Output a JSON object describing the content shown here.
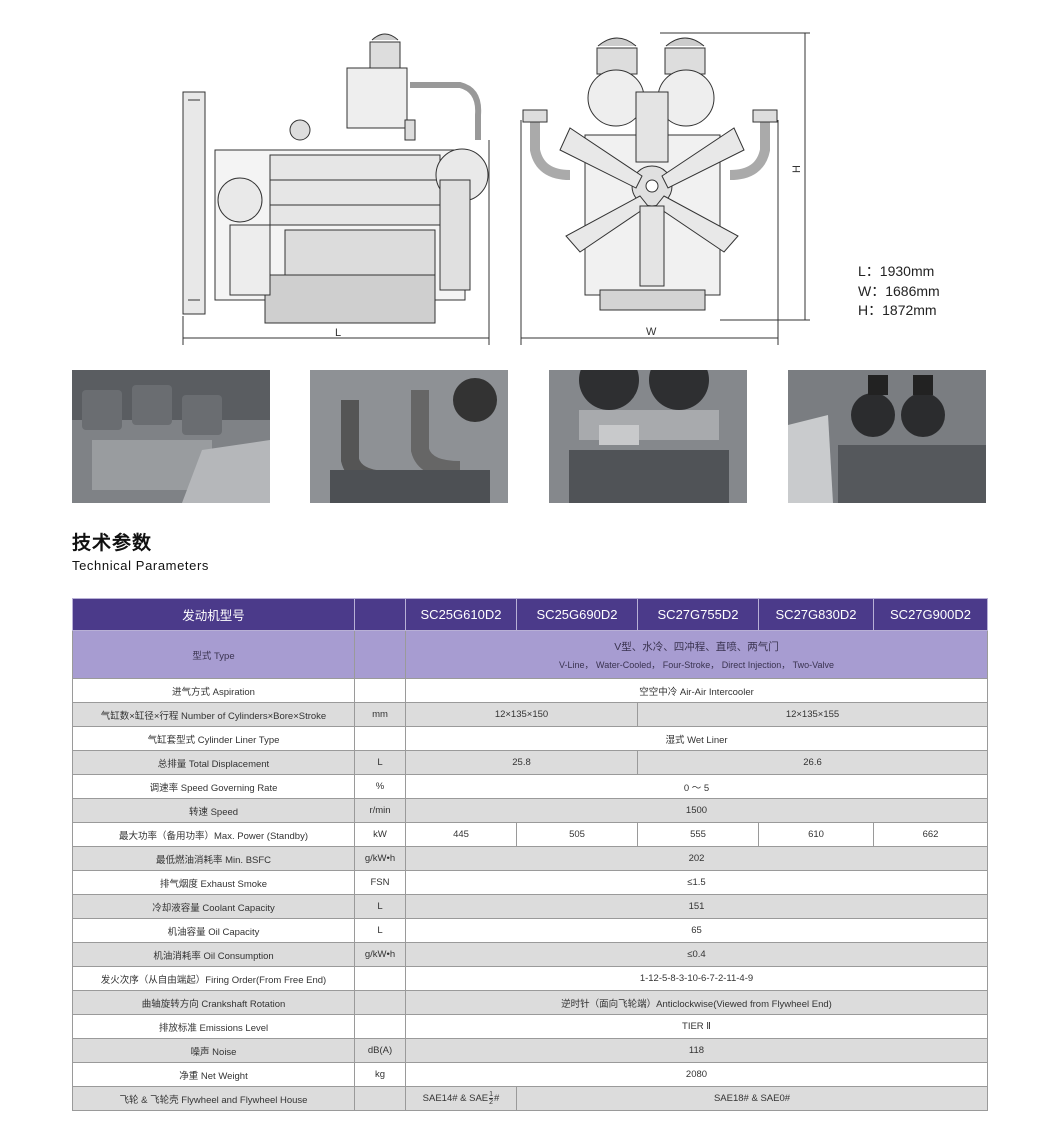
{
  "drawing": {
    "label_L": "L",
    "label_W": "W",
    "label_H": "H"
  },
  "dimensions": [
    {
      "key": "L",
      "sep": "：",
      "value": "1930mm"
    },
    {
      "key": "W",
      "sep": "：",
      "value": "1686mm"
    },
    {
      "key": "H",
      "sep": "：",
      "value": "1872mm"
    }
  ],
  "photos": [
    "engine-top-photo",
    "engine-turbo-photo",
    "engine-intake-photo",
    "engine-filter-photo"
  ],
  "heading": {
    "cn": "技术参数",
    "en": "Technical Parameters"
  },
  "table": {
    "header_label": "发动机型号",
    "models": [
      "SC25G610D2",
      "SC25G690D2",
      "SC27G755D2",
      "SC27G830D2",
      "SC27G900D2"
    ],
    "type_row": {
      "label": "型式 Type",
      "value_cn": "V型、水冷、四冲程、直喷、两气门",
      "value_en": "V-Line，  Water-Cooled，  Four-Stroke，  Direct Injection，  Two-Valve"
    },
    "rows": [
      {
        "label": "进气方式 Aspiration",
        "unit": "",
        "value": "空空中冷 Air-Air Intercooler"
      },
      {
        "label": "气缸数×缸径×行程  Number of Cylinders×Bore×Stroke",
        "unit": "mm",
        "values": [
          "12×135×150",
          "12×135×155"
        ]
      },
      {
        "label": "气缸套型式 Cylinder Liner Type",
        "unit": "",
        "value": "湿式 Wet Liner"
      },
      {
        "label": "总排量 Total Displacement",
        "unit": "L",
        "values": [
          "25.8",
          "26.6"
        ]
      },
      {
        "label": "调速率 Speed Governing Rate",
        "unit": "%",
        "value": "0 ～ 5"
      },
      {
        "label": "转速 Speed",
        "unit": "r/min",
        "value": "1500"
      },
      {
        "label": "最大功率（备用功率）Max. Power (Standby)",
        "unit": "kW",
        "values": [
          "445",
          "505",
          "555",
          "610",
          "662"
        ]
      },
      {
        "label": "最低燃油消耗率 Min. BSFC",
        "unit": "g/kW•h",
        "value": "202"
      },
      {
        "label": "排气烟度 Exhaust Smoke",
        "unit": "FSN",
        "value": "≤1.5"
      },
      {
        "label": "冷却液容量  Coolant Capacity",
        "unit": "L",
        "value": "151"
      },
      {
        "label": "机油容量 Oil Capacity",
        "unit": "L",
        "value": "65"
      },
      {
        "label": "机油消耗率 Oil Consumption",
        "unit": "g/kW•h",
        "value": "≤0.4"
      },
      {
        "label": "发火次序（从自由端起）Firing Order(From Free End)",
        "unit": "",
        "value": "1-12-5-8-3-10-6-7-2-11-4-9"
      },
      {
        "label": "曲轴旋转方向 Crankshaft Rotation",
        "unit": "",
        "value": "逆时针（面向飞轮端）Anticlockwise(Viewed from Flywheel End)"
      },
      {
        "label": "排放标准 Emissions Level",
        "unit": "",
        "value": "TIER  Ⅱ"
      },
      {
        "label": "噪声 Noise",
        "unit": "dB(A)",
        "value": "118"
      },
      {
        "label": "净重 Net Weight",
        "unit": "kg",
        "value": "2080"
      }
    ],
    "flywheel": {
      "label": "飞轮 & 飞轮壳 Flywheel and Flywheel House",
      "unit": "",
      "first_prefix": "SAE14# & SAE",
      "frac_num": "1",
      "frac_den": "2",
      "first_suffix": "#",
      "second": "SAE18# & SAE0#"
    }
  }
}
